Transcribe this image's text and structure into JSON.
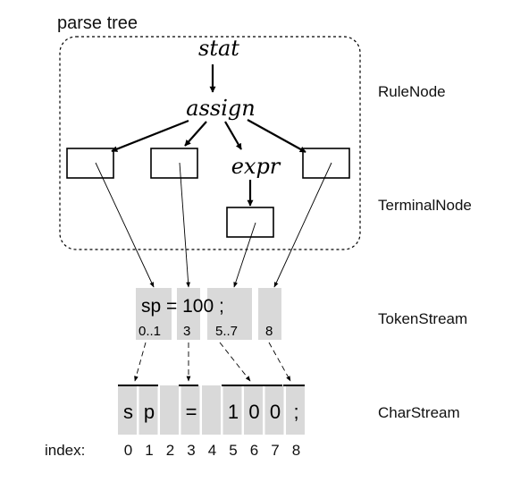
{
  "title": "parse tree",
  "tree": {
    "root": "stat",
    "child": "assign",
    "expr": "expr"
  },
  "layer_labels": {
    "rule": "RuleNode",
    "terminal": "TerminalNode",
    "token": "TokenStream",
    "char": "CharStream"
  },
  "token_stream": {
    "text": "sp = 100 ;",
    "ranges": [
      "0..1",
      "3",
      "5..7",
      "8"
    ]
  },
  "char_stream": {
    "chars": [
      "s",
      "p",
      "",
      "=",
      "",
      "1",
      "0",
      "0",
      ";"
    ],
    "index_label": "index:",
    "indices": [
      "0",
      "1",
      "2",
      "3",
      "4",
      "5",
      "6",
      "7",
      "8"
    ]
  },
  "colors": {
    "stroke": "#000000",
    "shade": "#d9d9d9",
    "text": "#111111"
  }
}
